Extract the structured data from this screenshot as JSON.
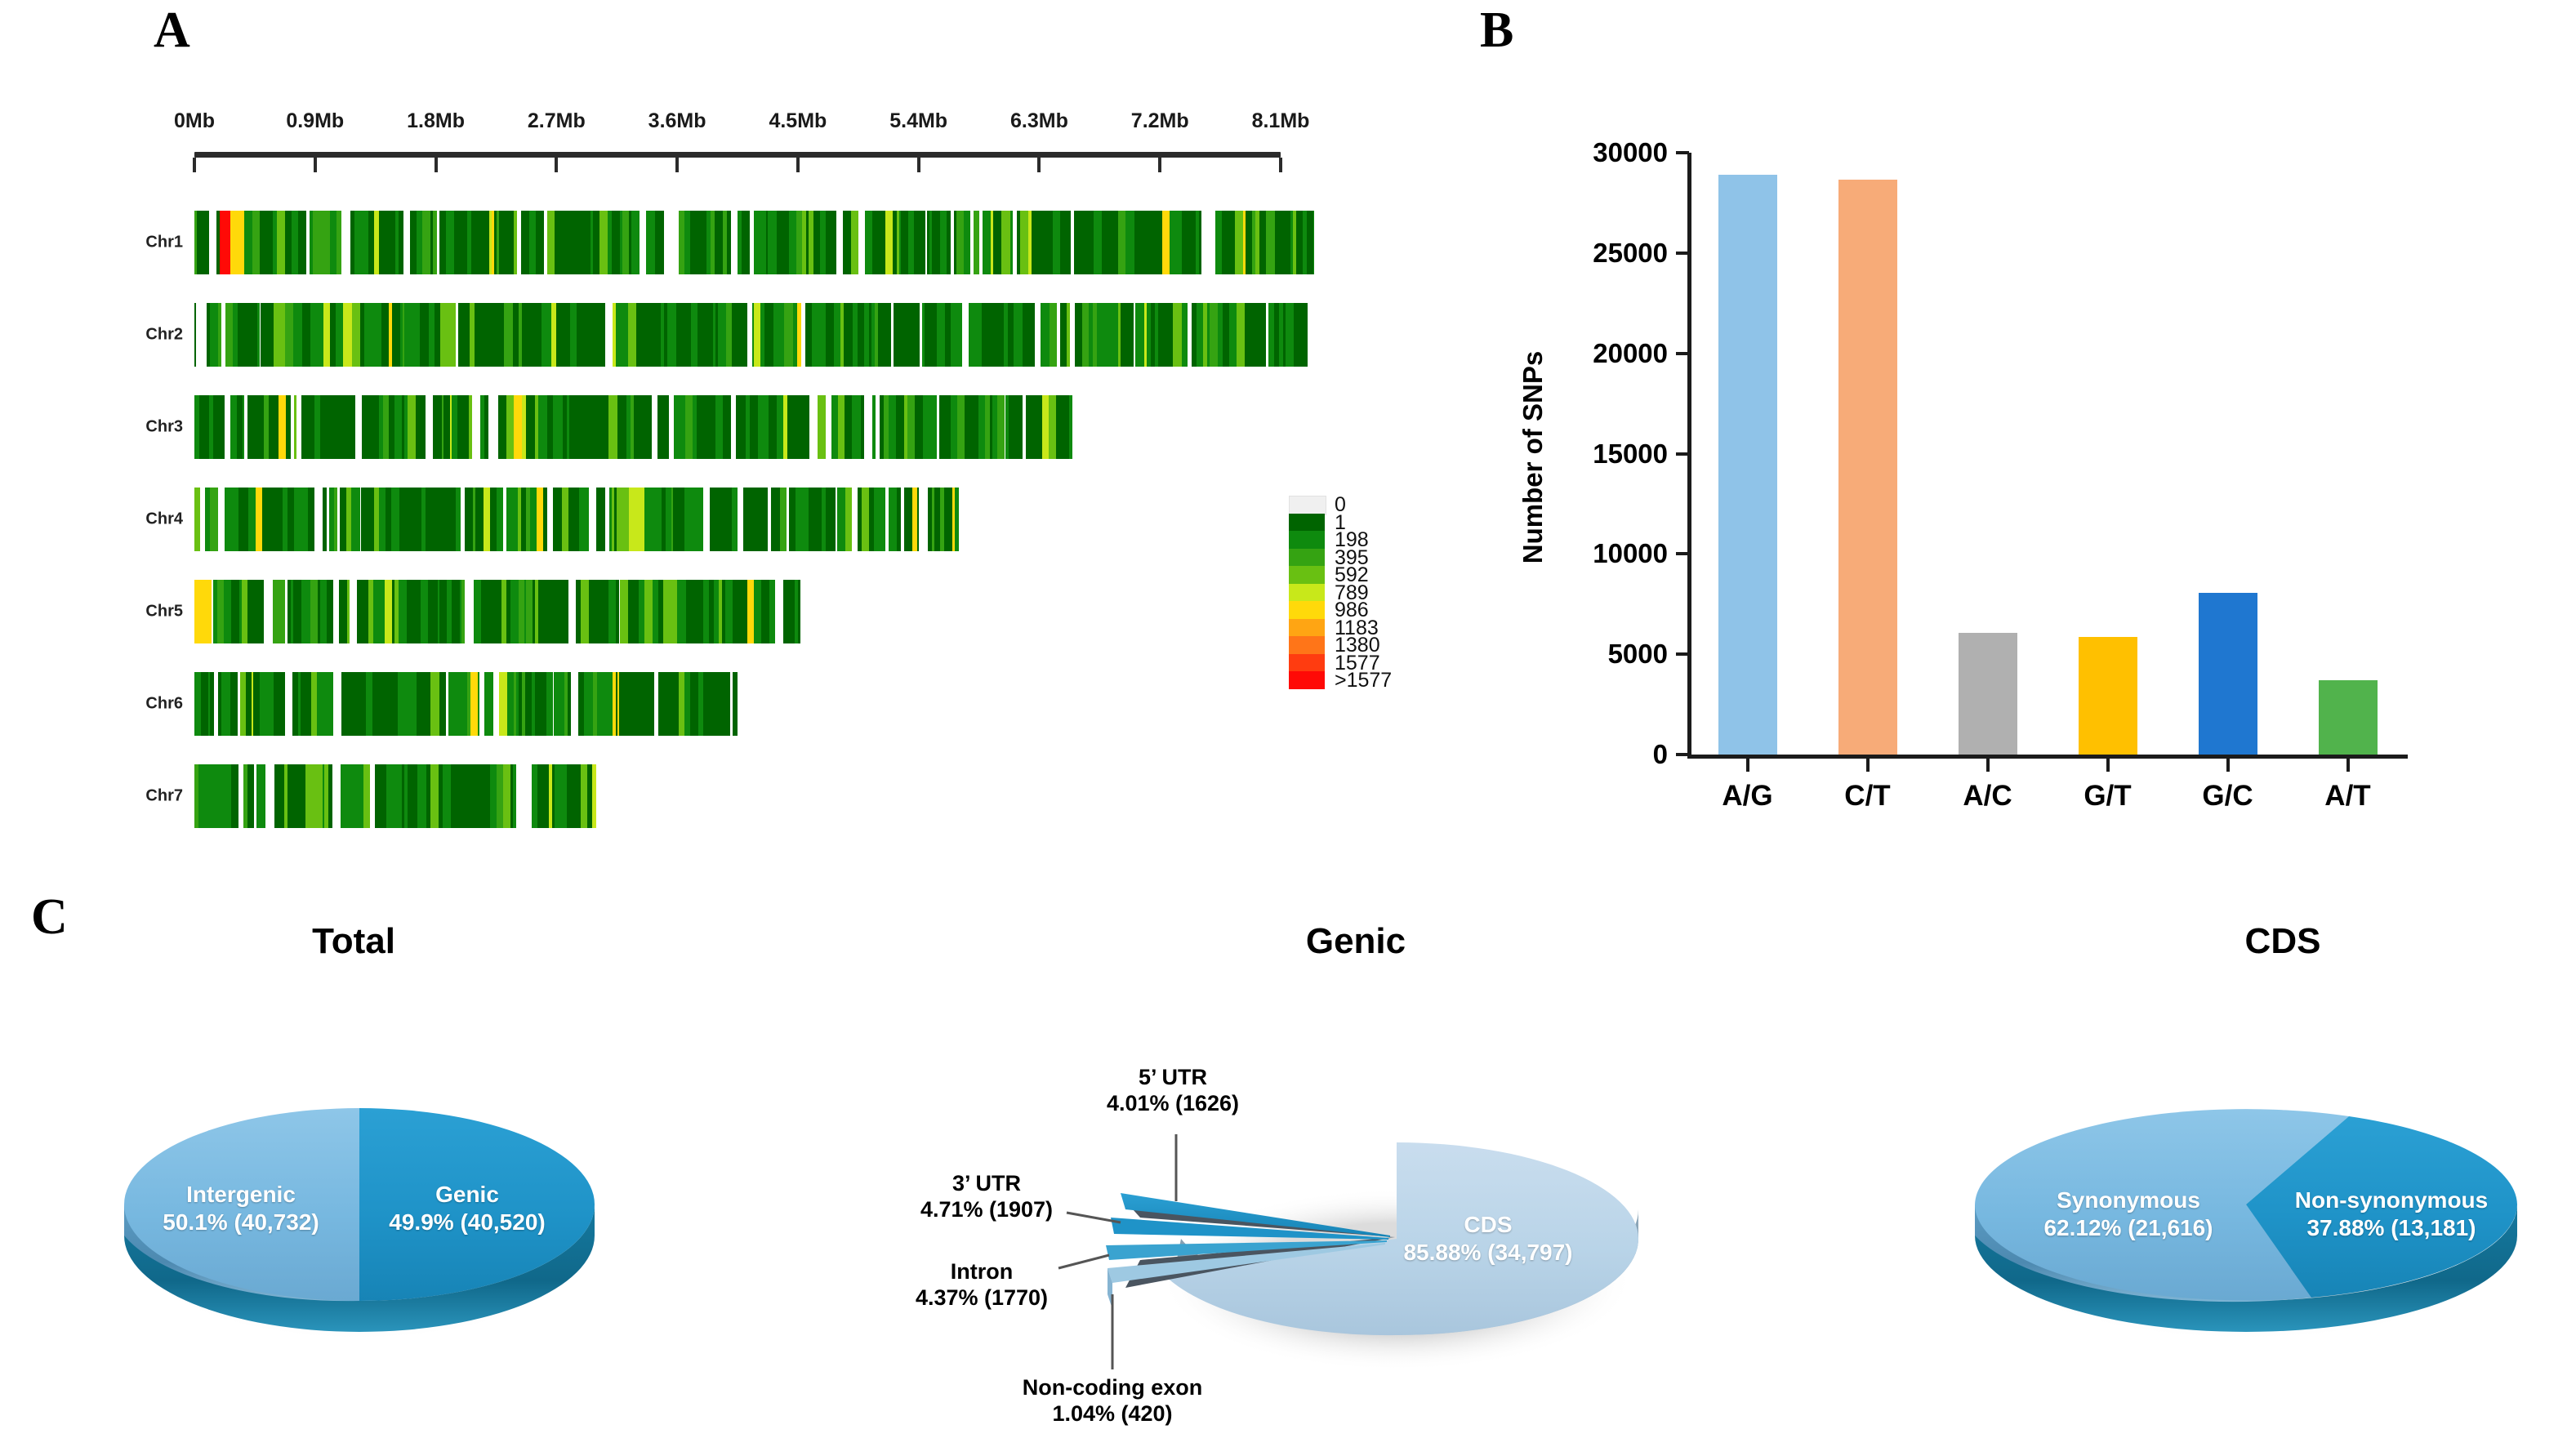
{
  "figure": {
    "panels": [
      {
        "letter": "A",
        "name": "chromosome-snp-density-map"
      },
      {
        "letter": "B",
        "name": "snp-type-bar-chart"
      },
      {
        "letter": "C",
        "name": "snp-annotation-pie-charts"
      }
    ]
  },
  "panelA": {
    "axis_tick_labels": [
      "0Mb",
      "0.9Mb",
      "1.8Mb",
      "2.7Mb",
      "3.6Mb",
      "4.5Mb",
      "5.4Mb",
      "6.3Mb",
      "7.2Mb",
      "8.1Mb"
    ],
    "chromosomes": [
      {
        "name": "Chr1",
        "length_mb": 8.35
      },
      {
        "name": "Chr2",
        "length_mb": 8.3
      },
      {
        "name": "Chr3",
        "length_mb": 6.55
      },
      {
        "name": "Chr4",
        "length_mb": 5.7
      },
      {
        "name": "Chr5",
        "length_mb": 4.52
      },
      {
        "name": "Chr6",
        "length_mb": 4.05
      },
      {
        "name": "Chr7",
        "length_mb": 3.02
      }
    ],
    "legend": {
      "title": "snp-density-scale",
      "entries": [
        {
          "label": "0",
          "color": "#f0f0f0"
        },
        {
          "label": "1",
          "color": "#006400"
        },
        {
          "label": "198",
          "color": "#0e8a0e"
        },
        {
          "label": "395",
          "color": "#35a312"
        },
        {
          "label": "592",
          "color": "#69c012"
        },
        {
          "label": "789",
          "color": "#c8e81a"
        },
        {
          "label": "986",
          "color": "#ffd90a"
        },
        {
          "label": "1183",
          "color": "#ffa513"
        },
        {
          "label": "1380",
          "color": "#ff7518"
        },
        {
          "label": "1577",
          "color": "#ff3c10"
        },
        {
          "label": ">1577",
          "color": "#ff0a06"
        }
      ]
    }
  },
  "chart_data": [
    {
      "panel": "B",
      "type": "bar",
      "title": "",
      "xlabel": "",
      "ylabel": "Number of SNPs",
      "categories": [
        "A/G",
        "C/T",
        "A/C",
        "G/T",
        "G/C",
        "A/T"
      ],
      "values": [
        28900,
        28650,
        6050,
        5850,
        8050,
        3700
      ],
      "colors": [
        "#8fc3e8",
        "#f7ab78",
        "#b0b0b0",
        "#ffc000",
        "#1f77d0",
        "#51b34c"
      ],
      "ylim": [
        0,
        30000
      ],
      "ytick_labels": [
        "0",
        "5000",
        "10000",
        "15000",
        "20000",
        "25000",
        "30000"
      ],
      "yticks": [
        0,
        5000,
        10000,
        15000,
        20000,
        25000,
        30000
      ],
      "grid": false,
      "legend": "none"
    },
    {
      "panel": "C",
      "chart_index": 1,
      "type": "pie",
      "title": "Total",
      "categories": [
        "Intergenic",
        "Genic"
      ],
      "values": [
        40732,
        40520
      ],
      "percents": [
        50.1,
        49.9
      ],
      "labels": [
        "Intergenic\n50.1% (40,732)",
        "Genic\n49.9% (40,520)"
      ],
      "colors": [
        "#77b8e0",
        "#1f93c8"
      ],
      "legend": "none"
    },
    {
      "panel": "C",
      "chart_index": 2,
      "type": "pie",
      "title": "Genic",
      "categories": [
        "CDS",
        "5’ UTR",
        "3’ UTR",
        "Intron",
        "Non-coding exon"
      ],
      "values": [
        34797,
        1626,
        1907,
        1770,
        420
      ],
      "percents": [
        85.88,
        4.01,
        4.71,
        4.37,
        1.04
      ],
      "labels": [
        "CDS\n85.88% (34,797)",
        "5’ UTR\n4.01% (1626)",
        "3’ UTR\n4.71% (1907)",
        "Intron\n4.37% (1770)",
        "Non-coding exon\n1.04% (420)"
      ],
      "colors": [
        "#b9d4e8",
        "#1f93c8",
        "#1f93c8",
        "#77b8e0",
        "#b9d4e8"
      ],
      "legend": "none"
    },
    {
      "panel": "C",
      "chart_index": 3,
      "type": "pie",
      "title": "CDS",
      "categories": [
        "Synonymous",
        "Non-synonymous"
      ],
      "values": [
        21616,
        13181
      ],
      "percents": [
        62.12,
        37.88
      ],
      "labels": [
        "Synonymous\n62.12% (21,616)",
        "Non-synonymous\n37.88% (13,181)"
      ],
      "colors": [
        "#77b8e0",
        "#1f93c8"
      ],
      "legend": "none"
    }
  ],
  "panelC": {
    "pies": [
      {
        "title": "Total",
        "slices": [
          {
            "name": "Intergenic",
            "line1": "Intergenic",
            "line2": "50.1% (40,732)"
          },
          {
            "name": "Genic",
            "line1": "Genic",
            "line2": "49.9% (40,520)"
          }
        ]
      },
      {
        "title": "Genic",
        "slices": [
          {
            "name": "CDS",
            "line1": "CDS",
            "line2": "85.88% (34,797)"
          }
        ],
        "callouts": [
          {
            "name": "5-utr",
            "line1": "5’ UTR",
            "line2": "4.01% (1626)"
          },
          {
            "name": "3-utr",
            "line1": "3’ UTR",
            "line2": "4.71% (1907)"
          },
          {
            "name": "intron",
            "line1": "Intron",
            "line2": "4.37% (1770)"
          },
          {
            "name": "non-coding-exon",
            "line1": "Non-coding exon",
            "line2": "1.04% (420)"
          }
        ]
      },
      {
        "title": "CDS",
        "slices": [
          {
            "name": "Synonymous",
            "line1": "Synonymous",
            "line2": "62.12% (21,616)"
          },
          {
            "name": "Non-synonymous",
            "line1": "Non-synonymous",
            "line2": "37.88% (13,181)"
          }
        ]
      }
    ]
  }
}
